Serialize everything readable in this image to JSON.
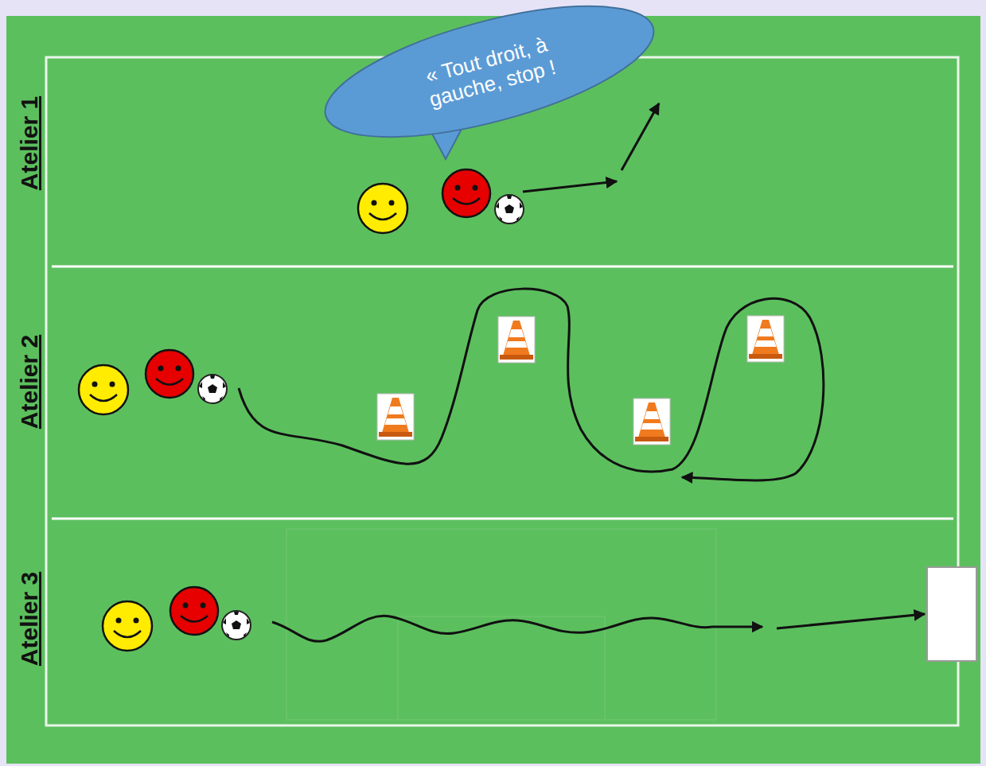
{
  "diagram": {
    "nodes": [
      {
        "text": [
          "« Tout droit, à gauche, stop !"
        ]
      }
    ],
    "labels": [
      "Atelier 1",
      "Atelier 2",
      "Atelier 3"
    ]
  }
}
